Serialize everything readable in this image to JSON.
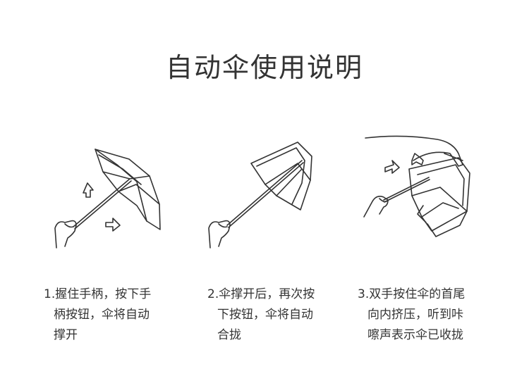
{
  "title": "自动伞使用说明",
  "steps": [
    {
      "line1": "1.握住手柄，按下手",
      "line2": "柄按钮，伞将自动",
      "line3": "撑开"
    },
    {
      "line1": "2.伞撑开后，再次按",
      "line2": "下按钮，伞将自动",
      "line3": "合拢"
    },
    {
      "line1": "3.双手按住伞的首尾",
      "line2": "向内挤压，听到咔",
      "line3": "嚓声表示伞已收拢"
    }
  ],
  "line_color": "#333333"
}
